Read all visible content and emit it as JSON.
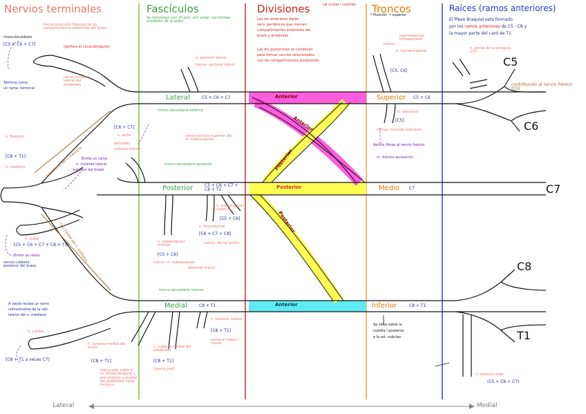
{
  "colors": {
    "fasciculos_line": "#7dbf4a",
    "divisiones_line": "#d42a2a",
    "troncos_line": "#f0a040",
    "raices_line": "#2f3fe8",
    "anterior_highlight": "#ff40d8",
    "posterior_highlight": "#ffff40",
    "inferior_highlight": "#50e8f0"
  },
  "headers": {
    "nervios": "Nervios terminales",
    "fasciculos": "Fascículos",
    "divisiones": "Divisiones",
    "divisiones_note": "(al cruzar I costilla)",
    "troncos": "Troncos",
    "raices": "Raíces (ramos anteriores)"
  },
  "raices": {
    "intro_1": "El Plexo Braquial está formado",
    "intro_2a": "por los ",
    "intro_2b": "ramos anteriores",
    "intro_2c": " de C5 - C8 y",
    "intro_3": "la mayor parte del r.ant de T1",
    "c5": "C5",
    "c6": "C6",
    "c7": "C7",
    "c8": "C8",
    "t1": "T1",
    "escapular": "n. dorsal de la escápula (C5)",
    "frenico": "contribución al nervio frénico (C5)",
    "toracico_largo": "n. torácico largo",
    "toracico_largo_roots": "(C5 + C6 + C7)"
  },
  "divisiones": {
    "note_1": "Las div anteriores darán",
    "note_2": "nerv. periféricos que inervan",
    "note_3": "compartimentos anteriores del",
    "note_4": "brazo y antebrazo",
    "note_5": "Las div posteriores se combinan",
    "note_6": "para formar nervios relacionados",
    "note_7": "con los compartimentos posteriores",
    "anterior_top": "Anterior",
    "anterior_diag": "Anterior",
    "posterior_diag_upper": "Posterior",
    "posterior_mid": "Posterior",
    "posterior_diag_lower": "Posterior",
    "anterior_bottom": "Anterior"
  },
  "troncos": {
    "superior": "Superior",
    "superior_roots": "C5 + C6",
    "superior_note": "* Posición → superior",
    "supraescapular": "n. supraescapular",
    "inerva": "Inerva:",
    "inerva_list": "supraespinoso\ninfraespinoso",
    "supraescapular_roots": "[C5, C6]",
    "subclavio": "n. subclavio",
    "subclavio_root": "[C5]",
    "subclavio_inerva": "Inerva: músculo subclavio",
    "aporte": "Aporta fibras al nervio frénico",
    "aporte_2": "(n. frénico accesorio)",
    "medio": "Medio",
    "medio_root": "C7",
    "inferior": "Inferior",
    "inferior_roots": "C8 + T1",
    "inferior_note_1": "Se sitúa sobre la",
    "inferior_note_2": "costilla I posterior",
    "inferior_note_3": "a la art. subclav."
  },
  "fasciculos": {
    "header_note": "Se relacionan con 2ª porc. art. axilar. (se forman alrededor de la axila)",
    "lateral": "Lateral",
    "lateral_roots": "C5 + C6 + C7",
    "tronco_externo": "tronco secundario externo",
    "pectoral_lateral": "n. pectoral lateral",
    "inerva_pectoral_menor": "Inerva: pectoral menor",
    "tronco_posterior": "tronco secundario posterior",
    "inerva_porcion": "Inerva porción superior del m. subescapular",
    "posterior": "Posterior",
    "posterior_roots": "C5 + C6 + C7 + C8 + T1",
    "subescapular_sup": "n. subescapular superior",
    "subesc_sup_roots": "[C5 + C6]",
    "toracodorsal": "n. toracodorsal",
    "toracodorsal_roots": "[C6 + C7 + C8]",
    "inerva_dorsal": "Inerva: dorsal ancho",
    "subescapular_inf": "n. subescapular inferior",
    "subesc_inf_roots": "[C5 + C6]",
    "inerva_subesc": "Inerva: m. subescapular",
    "redondo_mayor": "Redondo mayor",
    "tronco_interno": "tronco secundario interno",
    "medial": "Medial",
    "medial_roots": "C8 + T1",
    "pectoral_medial": "n. pectoral medial",
    "pectoral_medial_roots": "[C8 + T1]",
    "pectoral_mayor_menor": "pectoral mayor / menor",
    "cutaneo_medial_antebrazo": "n. cutáneo medial del antebrazo",
    "antebrazo_roots": "[C8 + T1]",
    "inerva_piel": "(inerva piel)",
    "cutaneo_medial_brazo": "n. cutáneo medial del brazo",
    "brazo_roots": "[C8 + T1]",
    "inerva_piel_brazo": "Inerva piel sobre el m. bíceps braquial y piel anterior y medial del antebrazo hasta muñeca"
  },
  "nervios": {
    "musculocutaneo": "musculocutáneo",
    "musculocutaneo_roots": "[C5 + C6 + C7]",
    "inerva_flexores": "Inerva músculos flexores de los compartimentos anteriores del brazo",
    "coracobraquial": "(perfora el coracobraquial)",
    "termina_1": "Termina como",
    "termina_2": "un rama. terminal",
    "cutaneo_lat": "nervio cutáneo lateral del antebrazo",
    "raiz_lateral": "raíz lateral del n. mediano",
    "c6c7": "[C6 + C7]",
    "axilar": "n. axilar",
    "deltoides": "deltoides",
    "redondo_menor": "redondo menor",
    "n_flexores": "n. flexores",
    "c8t1": "[C8 + T1]",
    "mediano": "n. mediano",
    "entre_1": "Emite un ramo:",
    "entre_2": "n. cutáneo lateral",
    "entre_3": "superior del brazo",
    "radial": "n. radial",
    "radial_roots": "[C5 + C6 + C7 + C8 + T1]",
    "emite": "Emite un ramo:",
    "cutaneo_post": "nervio cutáneo posterior del brazo",
    "raiz_medial": "raíz medial del n. mediano",
    "a_veces_1": "A veces recibe un ramo",
    "a_veces_2": "comunicante de la raíz",
    "a_veces_3": "lateral del n. mediano",
    "cubital": "n. cubital",
    "cubital_roots": "[C8 + T1 a veces C7]"
  },
  "footer": {
    "lateral": "Lateral",
    "medial": "Medial"
  }
}
